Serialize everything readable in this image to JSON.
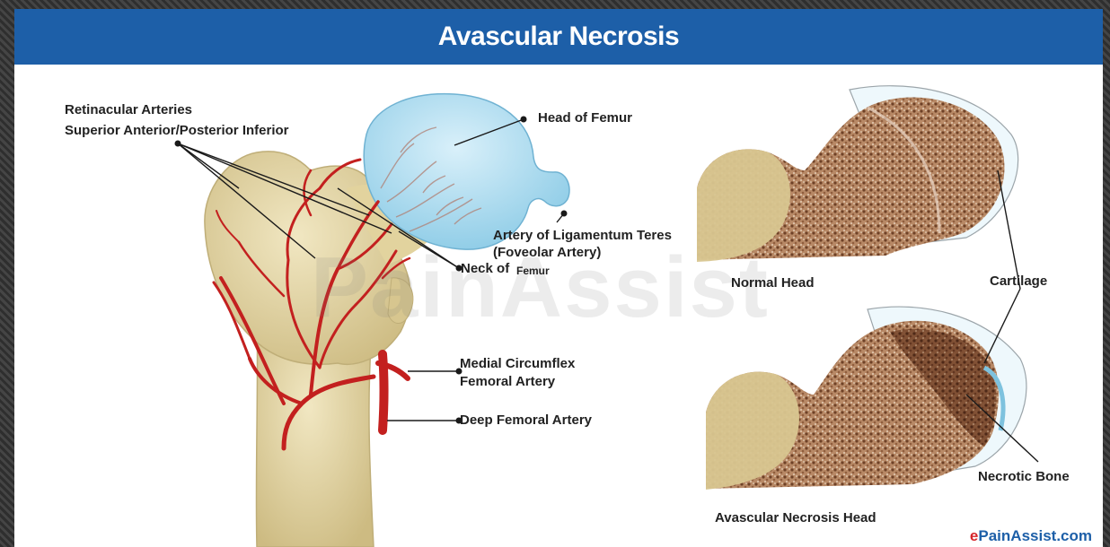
{
  "header": {
    "title": "Avascular Necrosis"
  },
  "labels": {
    "retinacular_line1": "Retinacular Arteries",
    "retinacular_line2": "Superior Anterior/Posterior Inferior",
    "head_of_femur": "Head of Femur",
    "ligamentum_line1": "Artery of Ligamentum Teres",
    "ligamentum_line2": "(Foveolar Artery)",
    "neck_of": "Neck of",
    "femur_small": "Femur",
    "medial_line1": "Medial Circumflex",
    "medial_line2": "Femoral Artery",
    "deep_femoral": "Deep Femoral Artery",
    "normal_head": "Normal Head",
    "cartilage": "Cartilage",
    "necrotic_bone": "Necrotic Bone",
    "avn_head": "Avascular Necrosis Head"
  },
  "watermark": "PainAssist",
  "brand": {
    "prefix": "e",
    "rest": "PainAssist.com"
  },
  "colors": {
    "banner": "#1d5fa8",
    "bone": "#e6d9a8",
    "artery": "#c3201f",
    "femoral_head": "#bfe3f2",
    "trabecular": "#8a5a3c"
  }
}
